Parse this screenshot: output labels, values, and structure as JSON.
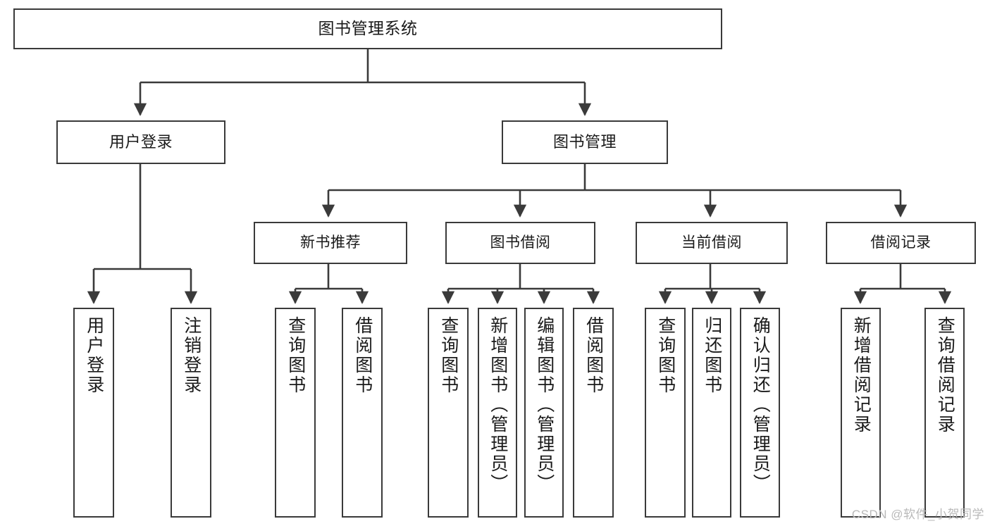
{
  "diagram": {
    "title": "图书管理系统",
    "type": "tree",
    "watermark": "CSDN @软件_小贺同学",
    "colors": {
      "stroke": "#3a3a3a",
      "fill": "#ffffff",
      "text": "#1a1a1a",
      "watermark": "#b9b9b9"
    },
    "nodes": {
      "root": {
        "label": "图书管理系统"
      },
      "user_login": {
        "label": "用户登录"
      },
      "book_manage": {
        "label": "图书管理"
      },
      "new_book_rec": {
        "label": "新书推荐"
      },
      "book_borrow": {
        "label": "图书借阅"
      },
      "current_borrow": {
        "label": "当前借阅"
      },
      "borrow_record": {
        "label": "借阅记录"
      },
      "leaf_user_login": {
        "label": "用户登录"
      },
      "leaf_user_logout": {
        "label": "注销登录"
      },
      "leaf_query_book_1": {
        "label": "查询图书"
      },
      "leaf_borrow_book_1": {
        "label": "借阅图书"
      },
      "leaf_query_book_2": {
        "label": "查询图书"
      },
      "leaf_add_book": {
        "label": "新增图书（管理员）"
      },
      "leaf_edit_book": {
        "label": "编辑图书（管理员）"
      },
      "leaf_borrow_book_2": {
        "label": "借阅图书"
      },
      "leaf_query_book_3": {
        "label": "查询图书"
      },
      "leaf_return_book": {
        "label": "归还图书"
      },
      "leaf_confirm_return": {
        "label": "确认归还（管理员）"
      },
      "leaf_add_record": {
        "label": "新增借阅记录"
      },
      "leaf_query_record": {
        "label": "查询借阅记录"
      }
    },
    "edges": [
      {
        "from": "root",
        "to": "user_login"
      },
      {
        "from": "root",
        "to": "book_manage"
      },
      {
        "from": "book_manage",
        "to": "new_book_rec"
      },
      {
        "from": "book_manage",
        "to": "book_borrow"
      },
      {
        "from": "book_manage",
        "to": "current_borrow"
      },
      {
        "from": "book_manage",
        "to": "borrow_record"
      },
      {
        "from": "user_login",
        "to": "leaf_user_login"
      },
      {
        "from": "user_login",
        "to": "leaf_user_logout"
      },
      {
        "from": "new_book_rec",
        "to": "leaf_query_book_1"
      },
      {
        "from": "new_book_rec",
        "to": "leaf_borrow_book_1"
      },
      {
        "from": "book_borrow",
        "to": "leaf_query_book_2"
      },
      {
        "from": "book_borrow",
        "to": "leaf_add_book"
      },
      {
        "from": "book_borrow",
        "to": "leaf_edit_book"
      },
      {
        "from": "book_borrow",
        "to": "leaf_borrow_book_2"
      },
      {
        "from": "current_borrow",
        "to": "leaf_query_book_3"
      },
      {
        "from": "current_borrow",
        "to": "leaf_return_book"
      },
      {
        "from": "current_borrow",
        "to": "leaf_confirm_return"
      },
      {
        "from": "borrow_record",
        "to": "leaf_add_record"
      },
      {
        "from": "borrow_record",
        "to": "leaf_query_record"
      }
    ]
  }
}
